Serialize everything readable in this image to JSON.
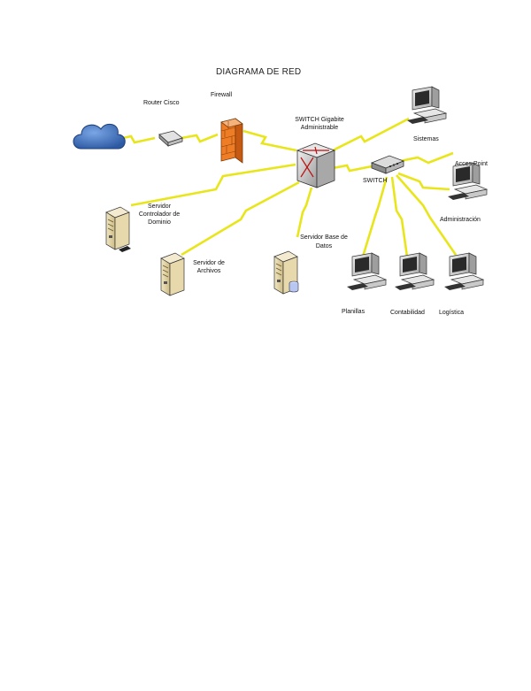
{
  "diagram": {
    "title": "DIAGRAMA DE RED",
    "nodes": {
      "router": "Router Cisco",
      "firewall": "Firewall",
      "core_switch_line1": "SWITCH Gigabite",
      "core_switch_line2": "Administrable",
      "sistemas": "Sistemas",
      "switch": "SWITCH",
      "access_point": "Acces Point",
      "administracion": "Administración",
      "srv_dc_line1": "Servidor",
      "srv_dc_line2": "Controlador de",
      "srv_dc_line3": "Dominio",
      "srv_files_line1": "Servidor de",
      "srv_files_line2": "Archivos",
      "srv_db_line1": "Servidor Base de",
      "srv_db_line2": "Datos",
      "planillas": "Planillas",
      "contabilidad": "Contabilidad",
      "logistica": "Logística"
    },
    "colors": {
      "link": "#e8e61a",
      "link_stroke": "#6f6d00",
      "cloud": "#3f79c8",
      "firewall": "#ee7d26",
      "server": "#e7d9ac",
      "pc": "#c9c9c9",
      "core_switch": "#c7c7c7"
    }
  }
}
